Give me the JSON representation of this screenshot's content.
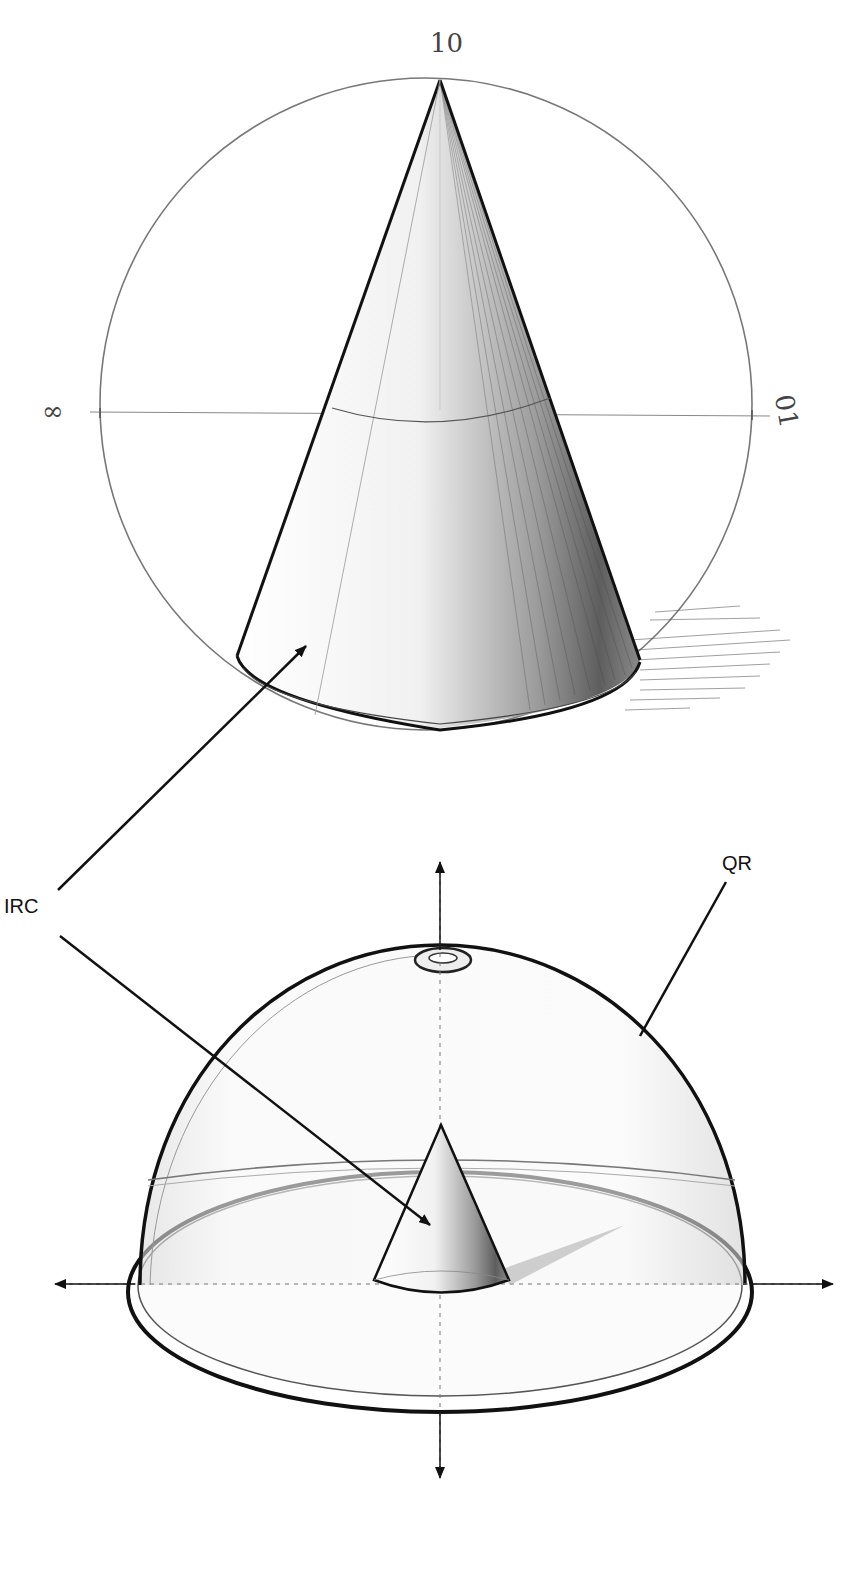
{
  "diagram": {
    "labels": [
      "10",
      "∞",
      "01",
      "IRC",
      "QR"
    ]
  }
}
